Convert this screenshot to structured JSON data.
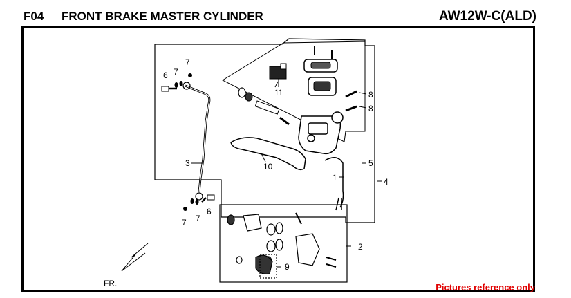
{
  "header": {
    "section_code": "F04",
    "title": "FRONT BRAKE MASTER CYLINDER",
    "model_code": "AW12W-C(ALD)"
  },
  "note": "Pictures reference only",
  "direction_label": "FR.",
  "callouts": {
    "c1": "1",
    "c2": "2",
    "c3": "3",
    "c4": "4",
    "c5": "5",
    "c6a": "6",
    "c6b": "6",
    "c7a": "7",
    "c7b": "7",
    "c7c": "7",
    "c7d": "7",
    "c8a": "8",
    "c8b": "8",
    "c9": "9",
    "c10": "10",
    "c11": "11"
  }
}
